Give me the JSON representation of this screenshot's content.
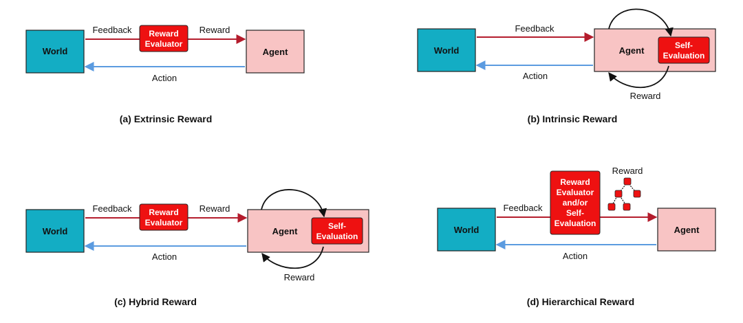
{
  "colors": {
    "world": "#13adc4",
    "agent": "#f8c4c4",
    "evaluator": "#ee1111",
    "feedback_arrow": "#b41c2c",
    "action_arrow": "#5b9be0",
    "stroke": "#222222"
  },
  "panel_a": {
    "world": "World",
    "agent": "Agent",
    "feedback": "Feedback",
    "reward": "Reward",
    "action": "Action",
    "evaluator": [
      "Reward",
      "Evaluator"
    ],
    "caption": "(a) Extrinsic Reward"
  },
  "panel_b": {
    "world": "World",
    "agent": "Agent",
    "feedback": "Feedback",
    "reward": "Reward",
    "action": "Action",
    "self_eval": [
      "Self-",
      "Evaluation"
    ],
    "caption": "(b) Intrinsic Reward"
  },
  "panel_c": {
    "world": "World",
    "agent": "Agent",
    "feedback": "Feedback",
    "reward_top": "Reward",
    "reward_loop": "Reward",
    "action": "Action",
    "evaluator": [
      "Reward",
      "Evaluator"
    ],
    "self_eval": [
      "Self-",
      "Evaluation"
    ],
    "caption": "(c) Hybrid Reward"
  },
  "panel_d": {
    "world": "World",
    "agent": "Agent",
    "feedback": "Feedback",
    "reward": "Reward",
    "action": "Action",
    "evaluator": [
      "Reward",
      "Evaluator",
      "and/or",
      "Self-",
      "Evaluation"
    ],
    "tree_icon": "hierarchy-tree-icon",
    "caption": "(d) Hierarchical Reward"
  }
}
